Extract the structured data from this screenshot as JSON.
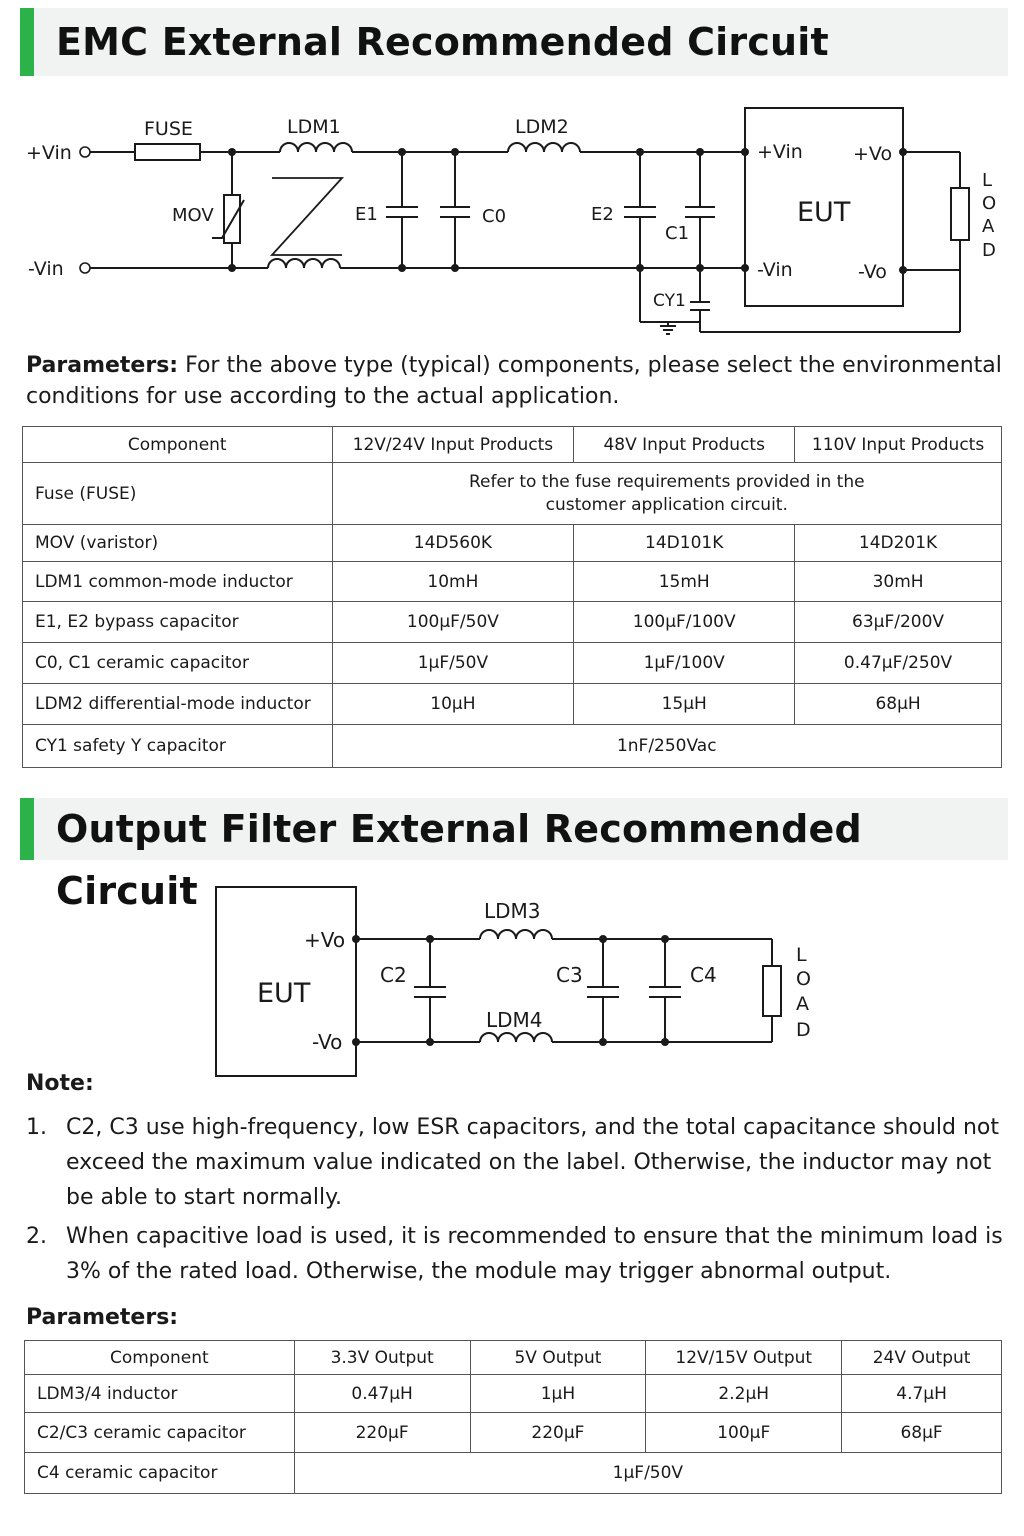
{
  "emc": {
    "title": "EMC External Recommended Circuit",
    "diagram": {
      "vin_pos": "+Vin",
      "vin_neg": "-Vin",
      "fuse": "FUSE",
      "ldm1": "LDM1",
      "ldm2": "LDM2",
      "mov": "MOV",
      "e1": "E1",
      "c0": "C0",
      "e2": "E2",
      "c1": "C1",
      "cy1": "CY1",
      "eut": "EUT",
      "eut_vin_pos": "+Vin",
      "eut_vin_neg": "-Vin",
      "eut_vo_pos": "+Vo",
      "eut_vo_neg": "-Vo",
      "load": [
        "L",
        "O",
        "A",
        "D"
      ]
    },
    "params_label": "Parameters:",
    "params_text": " For the above type (typical) components, please select the environmental conditions for use according to the actual application.",
    "table": {
      "headers": [
        "Component",
        "12V/24V Input Products",
        "48V Input Products",
        "110V Input Products"
      ],
      "fuse_row": {
        "component": "Fuse (FUSE)",
        "note": "Refer to the fuse requirements provided in the customer application circuit."
      },
      "rows": [
        {
          "component": "MOV (varistor)",
          "values": [
            "14D560K",
            "14D101K",
            "14D201K"
          ]
        },
        {
          "component": "LDM1 common-mode inductor",
          "values": [
            "10mH",
            "15mH",
            "30mH"
          ]
        },
        {
          "component": "E1, E2 bypass capacitor",
          "values": [
            "100μF/50V",
            "100μF/100V",
            "63μF/200V"
          ]
        },
        {
          "component": "C0, C1 ceramic capacitor",
          "values": [
            "1μF/50V",
            "1μF/100V",
            "0.47μF/250V"
          ]
        },
        {
          "component": "LDM2 differential-mode inductor",
          "values": [
            "10μH",
            "15μH",
            "68μH"
          ]
        }
      ],
      "cy1_row": {
        "component": "CY1 safety Y capacitor",
        "value": "1nF/250Vac"
      }
    }
  },
  "output_filter": {
    "title": "Output Filter External Recommended Circuit",
    "diagram": {
      "eut": "EUT",
      "vo_pos": "+Vo",
      "vo_neg": "-Vo",
      "c2": "C2",
      "c3": "C3",
      "c4": "C4",
      "ldm3": "LDM3",
      "ldm4": "LDM4",
      "load": [
        "L",
        "O",
        "A",
        "D"
      ]
    },
    "note_title": "Note:",
    "notes": [
      {
        "num": "1.",
        "text": "C2, C3 use high-frequency, low ESR capacitors, and the total capacitance should not exceed the maximum value indicated on the label. Otherwise, the inductor may not be able to start normally."
      },
      {
        "num": "2.",
        "text": "When capacitive load is used, it is recommended to ensure that the minimum load is 3% of the rated load. Otherwise, the module may trigger abnormal output."
      }
    ],
    "params_label": "Parameters:",
    "table": {
      "headers": [
        "Component",
        "3.3V Output",
        "5V Output",
        "12V/15V Output",
        "24V Output"
      ],
      "rows": [
        {
          "component": "LDM3/4 inductor",
          "values": [
            "0.47μH",
            "1μH",
            "2.2μH",
            "4.7μH"
          ]
        },
        {
          "component": "C2/C3 ceramic capacitor",
          "values": [
            "220μF",
            "220μF",
            "100μF",
            "68μF"
          ]
        }
      ],
      "c4_row": {
        "component": "C4 ceramic capacitor",
        "value": "1μF/50V"
      }
    }
  }
}
